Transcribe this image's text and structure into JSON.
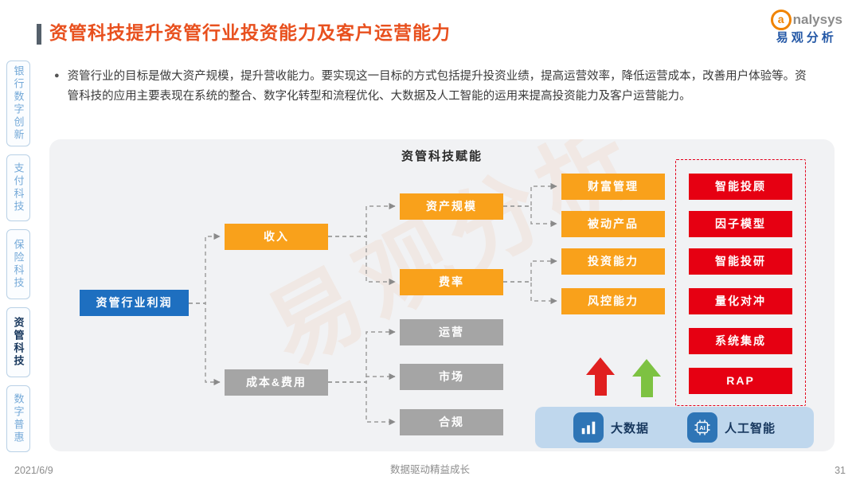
{
  "header": {
    "title": "资管科技提升资管行业投资能力及客户运营能力",
    "logo": {
      "brand_a": "a",
      "brand_rest": "nalysys",
      "brand_cn": "易观分析"
    }
  },
  "intro": {
    "bullet": "●",
    "text": "资管行业的目标是做大资产规模，提升营收能力。要实现这一目标的方式包括提升投资业绩，提高运营效率，降低运营成本，改善用户体验等。资管科技的应用主要表现在系统的整合、数字化转型和流程优化、大数据及人工智能的运用来提高投资能力及客户运营能力。"
  },
  "sidebar": {
    "items": [
      {
        "label": "银行数字创新",
        "active": false
      },
      {
        "label": "支付科技",
        "active": false
      },
      {
        "label": "保险科技",
        "active": false
      },
      {
        "label": "资管科技",
        "active": true
      },
      {
        "label": "数字普惠",
        "active": false
      }
    ]
  },
  "diagram": {
    "title": "资管科技赋能",
    "root_label": "资管行业利润",
    "level2": [
      "收入",
      "成本&费用"
    ],
    "level3": [
      "资产规模",
      "费率",
      "运营",
      "市场",
      "合规"
    ],
    "level4": [
      "财富管理",
      "被动产品",
      "投资能力",
      "风控能力"
    ],
    "tech_items": [
      "智能投顾",
      "因子模型",
      "智能投研",
      "量化对冲",
      "系统集成",
      "RAP"
    ],
    "legend": [
      {
        "icon": "bar-chart-icon",
        "label": "大数据"
      },
      {
        "icon": "ai-chip-icon",
        "label": "人工智能",
        "icon_label": "AI"
      }
    ]
  },
  "footer": {
    "date": "2021/6/9",
    "slogan": "数据驱动精益成长",
    "page": "31"
  },
  "watermark": "易观分析",
  "colors": {
    "title": "#E8501E",
    "node_blue": "#1E6FC0",
    "node_orange": "#F9A11B",
    "node_gray": "#A5A5A5",
    "node_red": "#E60012",
    "arrow_red": "#E02020",
    "arrow_green": "#7DC242",
    "legend_bg": "#BFD7ED",
    "panel_bg": "#F1F2F4",
    "sidebar_active_text": "#16365C",
    "sidebar_inactive_text": "#74A9D8"
  }
}
